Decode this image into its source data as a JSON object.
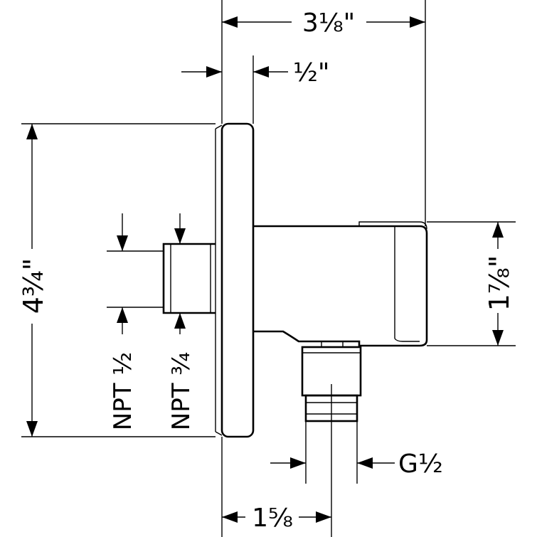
{
  "dimensions": {
    "overall_depth": "3⅛\"",
    "plate_thickness": "½\"",
    "plate_height": "4¾\"",
    "outlet_height": "1⅞\"",
    "outlet_offset": "1⅝",
    "outlet_thread": "G½",
    "inlet_thread_half": "NPT ½",
    "inlet_thread_three_quarter": "NPT ¾"
  },
  "colors": {
    "line": "#000000",
    "background": "#ffffff"
  }
}
